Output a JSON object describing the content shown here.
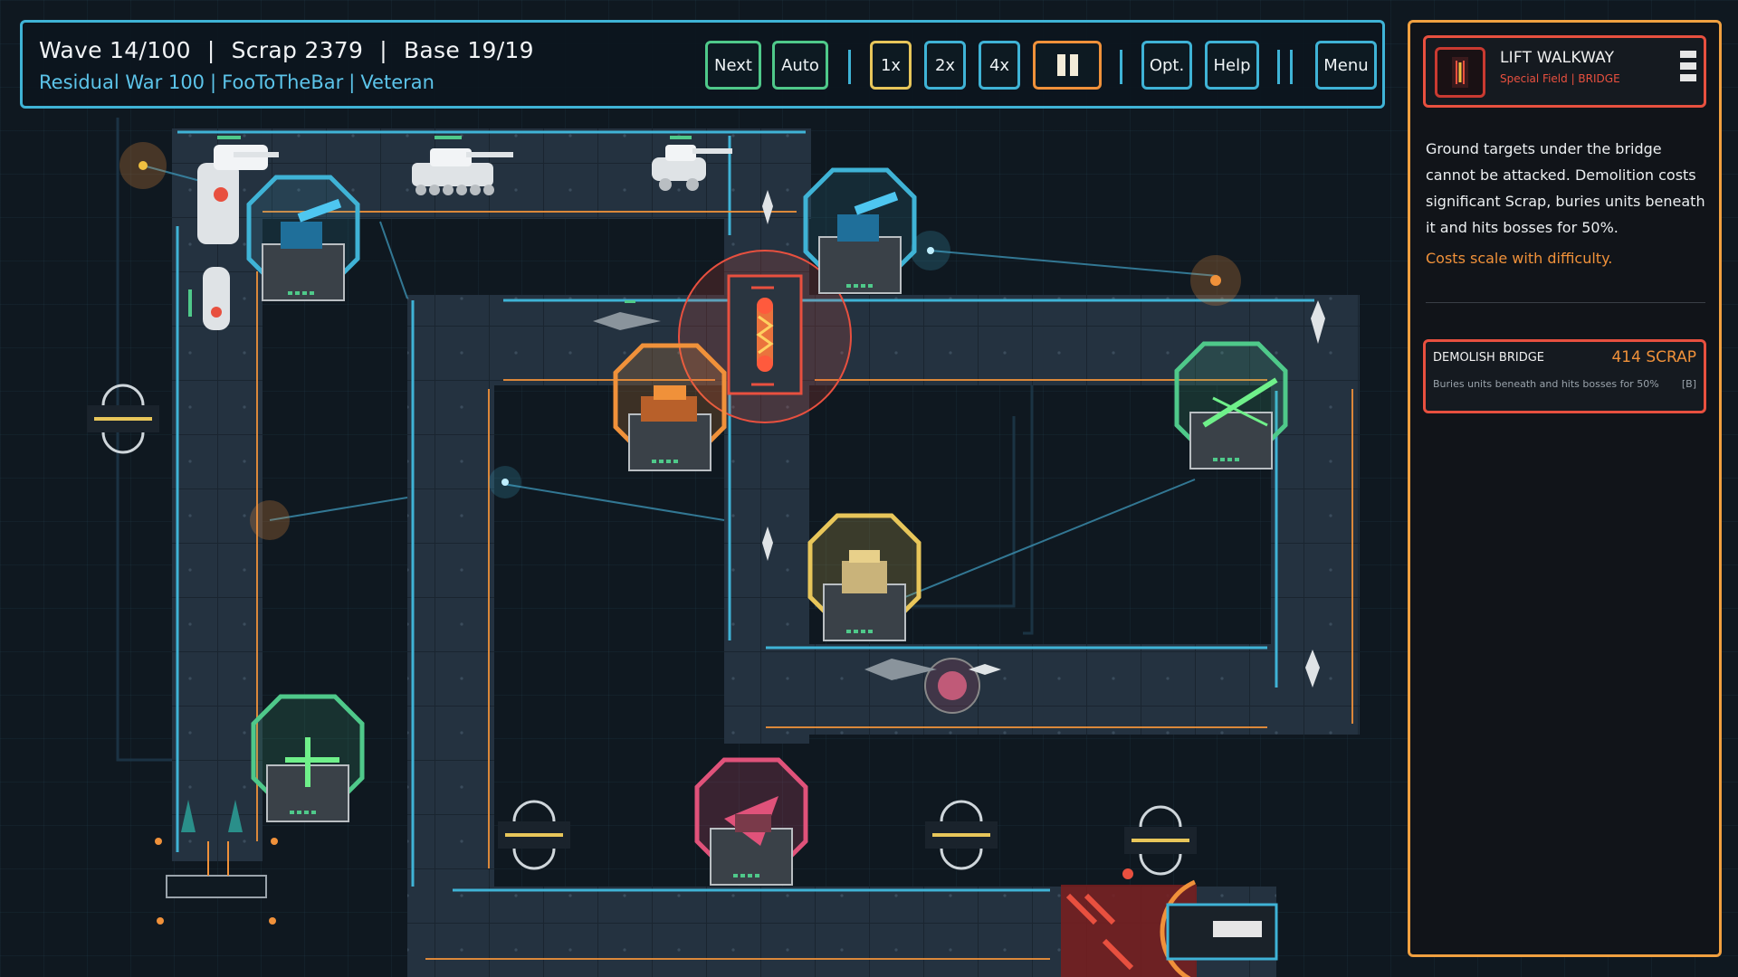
{
  "hud": {
    "wave": "Wave 14/100",
    "scrap": "Scrap 2379",
    "base": "Base 19/19",
    "separator": "|",
    "level": "Residual War 100",
    "player": "FooToTheBar",
    "difficulty": "Veteran",
    "buttons": {
      "next": "Next",
      "auto": "Auto",
      "speed_1x": "1x",
      "speed_2x": "2x",
      "speed_4x": "4x",
      "options": "Opt.",
      "help": "Help",
      "menu": "Menu"
    }
  },
  "panel": {
    "selected": {
      "title": "LIFT WALKWAY",
      "subtitle": "Special Field | BRIDGE",
      "icon": "bridge-icon"
    },
    "description": "Ground targets under the bridge cannot be attacked. Demolition costs significant Scrap, buries units beneath it and hits bosses for 50%.",
    "note": "Costs scale with difficulty.",
    "action": {
      "title": "DEMOLISH BRIDGE",
      "cost": "414 SCRAP",
      "description": "Buries units beneath and hits bosses for 50%",
      "hotkey": "[B]"
    }
  },
  "colors": {
    "accent": "#3fb3d6",
    "green": "#4fc98a",
    "yellow": "#e8c65a",
    "orange": "#f0913a",
    "red": "#e8503f",
    "pink": "#e0527a"
  },
  "map": {
    "towers": [
      {
        "type": "cryo",
        "color": "#3fb3d6",
        "icon": "cannon-turret-icon"
      },
      {
        "type": "cryo",
        "color": "#3fb3d6",
        "icon": "cannon-turret-icon"
      },
      {
        "type": "flame",
        "color": "#f0913a",
        "icon": "flame-turret-icon"
      },
      {
        "type": "tesla",
        "color": "#4fc98a",
        "icon": "laser-turret-icon"
      },
      {
        "type": "mortar",
        "color": "#e8c65a",
        "icon": "mortar-turret-icon"
      },
      {
        "type": "tesla",
        "color": "#4fc98a",
        "icon": "laser-turret-icon"
      },
      {
        "type": "rocket",
        "color": "#e0527a",
        "icon": "rocket-turret-icon"
      }
    ],
    "enemies": [
      "tank",
      "tank",
      "hover-tank",
      "mech",
      "drone",
      "drone",
      "drone",
      "drone",
      "drone",
      "jet",
      "jet"
    ]
  }
}
